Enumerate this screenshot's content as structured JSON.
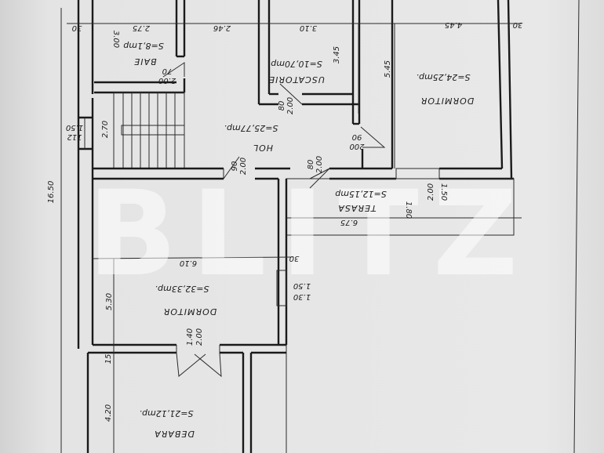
{
  "rooms": {
    "baie": {
      "name": "BAIE",
      "area": "S=8,1mp"
    },
    "uscatorie": {
      "name": "USCATORIE",
      "area": "S=10,70mp"
    },
    "dormitor_1": {
      "name": "DORMITOR",
      "area": "S=24,25mp."
    },
    "hol": {
      "name": "HOL",
      "area": "S=25,77mp."
    },
    "terasa": {
      "name": "TERASA",
      "area": "S=12,15mp"
    },
    "dormitor_2": {
      "name": "DORMITOR",
      "area": "S=32,33mp."
    },
    "debara": {
      "name": "DEBARA",
      "area": "S=21,12mp."
    }
  },
  "dimensions": {
    "total_height": "16.50",
    "baie_w": "2.75",
    "baie_h": "3.00",
    "hol_w": "2.46",
    "usc_w": "3.10",
    "usc_h": "3.45",
    "dorm1_w": "4.45",
    "dorm1_h": "5.45",
    "wall": "30",
    "stair_h": "2.70",
    "win_left_top": "1.50",
    "win_left_bottom": "112",
    "door_baie_top": "70",
    "door_baie_bottom": "2.00",
    "door_usc_a": "80",
    "door_usc_b": "2.00",
    "door_hol_a": "90",
    "door_hol_b": "2.00",
    "door_ter_a": "80",
    "door_ter_b": "2.00",
    "door_dorm1_top": "90",
    "door_dorm1_bottom": "200",
    "terasa_w": "6.75",
    "terasa_h": "1.80",
    "win_ter_a": "2.00",
    "win_ter_b": "1.50",
    "dorm2_w": "6.10",
    "dorm2_h": "5.30",
    "win_dorm2_a": "1.50",
    "win_dorm2_b": "1.30",
    "door_dorm2_a": "1.40",
    "door_dorm2_b": "2.00",
    "wall_15": "15",
    "debara_h": "4.20"
  },
  "watermark": "BLITZ"
}
